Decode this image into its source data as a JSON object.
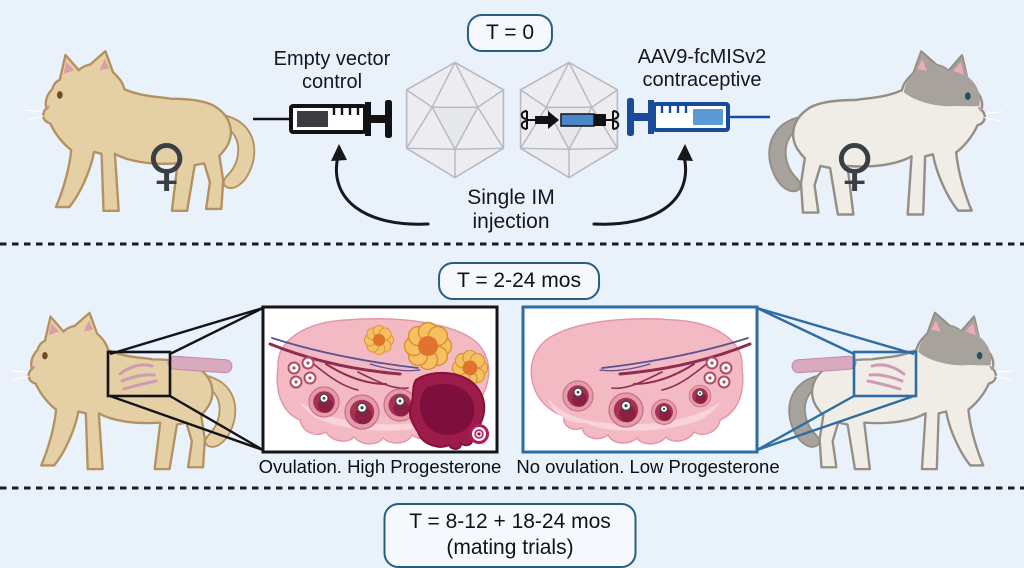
{
  "colors": {
    "background": "#e9f1fa",
    "badge_border": "#265e80",
    "blue_accent": "#2e6da4",
    "line_black": "#17181c"
  },
  "top_panel": {
    "badge": "T = 0",
    "left_syringe_label": "Empty vector control",
    "right_syringe_label": "AAV9-fcMISv2 contraceptive",
    "arrow_caption": "Single IM injection",
    "female_symbol": "♀"
  },
  "middle_panel": {
    "badge": "T = 2-24 mos",
    "left_caption": "Ovulation. High Progesterone",
    "right_caption": "No ovulation. Low Progesterone"
  },
  "bottom_panel": {
    "badge_line1": "T = 8-12 + 18-24 mos",
    "badge_line2": "(mating trials)"
  }
}
